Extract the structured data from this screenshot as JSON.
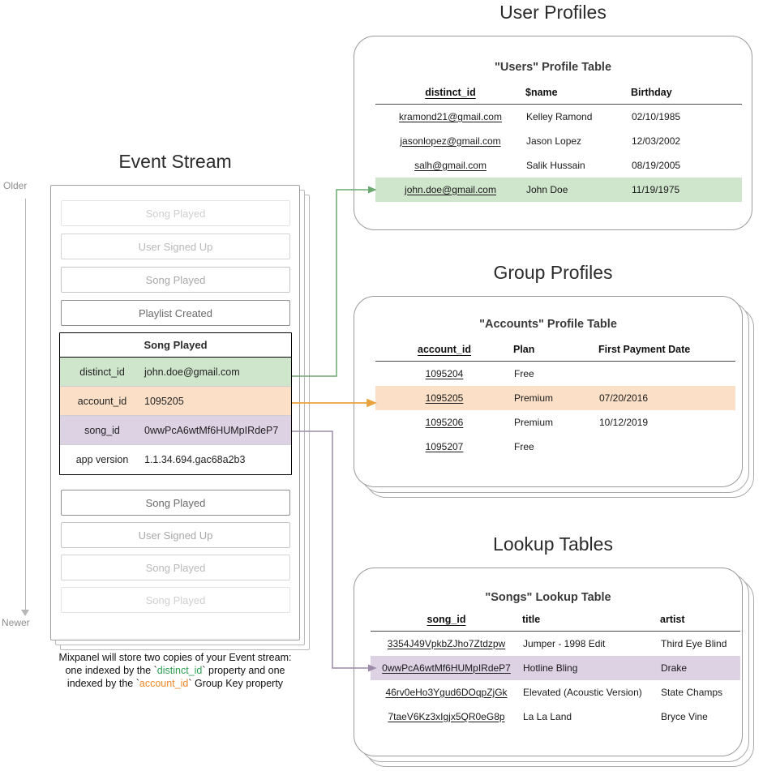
{
  "sections": {
    "event_stream_title": "Event Stream",
    "user_profiles_title": "User Profiles",
    "group_profiles_title": "Group Profiles",
    "lookup_tables_title": "Lookup Tables"
  },
  "time_axis": {
    "older_label": "Older",
    "newer_label": "Newer"
  },
  "event_stream": {
    "events_above": [
      {
        "label": "Song Played",
        "fade": "faded-1"
      },
      {
        "label": "User Signed Up",
        "fade": "faded-2"
      },
      {
        "label": "Song Played",
        "fade": "faded-3"
      },
      {
        "label": "Playlist Created",
        "fade": "solid"
      }
    ],
    "events_below": [
      {
        "label": "Song Played",
        "fade": "solid"
      },
      {
        "label": "User Signed Up",
        "fade": "faded-3"
      },
      {
        "label": "Song Played",
        "fade": "faded-2"
      },
      {
        "label": "Song Played",
        "fade": "faded-1"
      }
    ],
    "selected_event": {
      "name": "Song Played",
      "properties": [
        {
          "key": "distinct_id",
          "value": "john.doe@gmail.com",
          "highlight": "green"
        },
        {
          "key": "account_id",
          "value": "1095205",
          "highlight": "orange"
        },
        {
          "key": "song_id",
          "value": "0wwPcA6wtMf6HUMpIRdeP7",
          "highlight": "purple"
        },
        {
          "key": "app version",
          "value": "1.1.34.694.gac68a2b3",
          "highlight": "plain"
        }
      ]
    }
  },
  "caption": {
    "line1": "Mixpanel will store two copies of your Event stream:",
    "line2_a": "one indexed by the `",
    "line2_token": "distinct_id",
    "line2_b": "` property and one",
    "line3_a": "indexed by the `",
    "line3_token": "account_id",
    "line3_b": "` Group Key property"
  },
  "users_table": {
    "title": "\"Users\" Profile Table",
    "columns": [
      "distinct_id",
      "$name",
      "Birthday"
    ],
    "rows": [
      {
        "cells": [
          "kramond21@gmail.com",
          "Kelley Ramond",
          "02/10/1985"
        ],
        "highlight": ""
      },
      {
        "cells": [
          "jasonlopez@gmail.com",
          "Jason Lopez",
          "12/03/2002"
        ],
        "highlight": ""
      },
      {
        "cells": [
          "salh@gmail.com",
          "Salik Hussain",
          "08/19/2005"
        ],
        "highlight": ""
      },
      {
        "cells": [
          "john.doe@gmail.com",
          "John Doe",
          "11/19/1975"
        ],
        "highlight": "hl-green"
      }
    ]
  },
  "accounts_table": {
    "title": "\"Accounts\" Profile Table",
    "columns": [
      "account_id",
      "Plan",
      "First Payment Date"
    ],
    "rows": [
      {
        "cells": [
          "1095204",
          "Free",
          ""
        ],
        "highlight": ""
      },
      {
        "cells": [
          "1095205",
          "Premium",
          "07/20/2016"
        ],
        "highlight": "hl-orange"
      },
      {
        "cells": [
          "1095206",
          "Premium",
          "10/12/2019"
        ],
        "highlight": ""
      },
      {
        "cells": [
          "1095207",
          "Free",
          ""
        ],
        "highlight": ""
      }
    ]
  },
  "songs_table": {
    "title": "\"Songs\" Lookup Table",
    "columns": [
      "song_id",
      "title",
      "artist"
    ],
    "rows": [
      {
        "cells": [
          "3354J49VpkbZJho7Ztdzpw",
          "Jumper - 1998 Edit",
          "Third Eye Blind"
        ],
        "highlight": ""
      },
      {
        "cells": [
          "0wwPcA6wtMf6HUMpIRdeP7",
          "Hotline Bling",
          "Drake"
        ],
        "highlight": "hl-purple"
      },
      {
        "cells": [
          "46rv0eHo3Ygud6DOqpZjGk",
          "Elevated (Acoustic Version)",
          "State Champs"
        ],
        "highlight": ""
      },
      {
        "cells": [
          "7taeV6Kz3xIgjx5QR0eG8p",
          "La La Land",
          "Bryce Vine"
        ],
        "highlight": ""
      }
    ]
  },
  "colors": {
    "green_highlight": "#cfe5cc",
    "orange_highlight": "#fbe0c7",
    "purple_highlight": "#ddd1e4",
    "green_connector": "#6aa86f",
    "orange_connector": "#e8a33d",
    "purple_connector": "#9c8aa8",
    "border_gray": "#9a9a9a"
  }
}
